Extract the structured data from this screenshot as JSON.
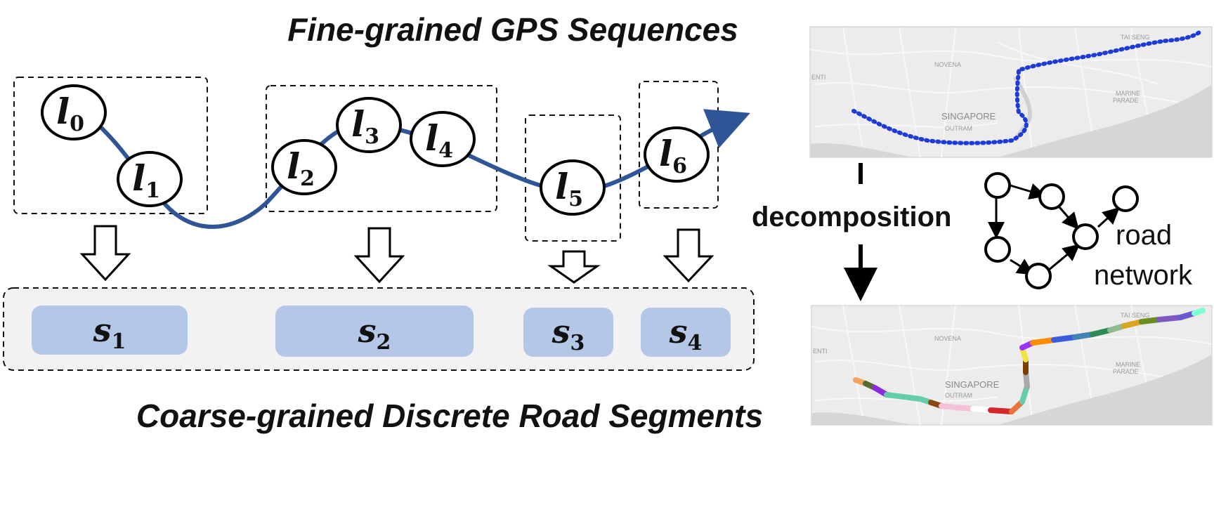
{
  "titles": {
    "top": "Fine-grained GPS Sequences",
    "bottom": "Coarse-grained Discrete Road Segments"
  },
  "gps_points": [
    {
      "main": "l",
      "sub": "0"
    },
    {
      "main": "l",
      "sub": "1"
    },
    {
      "main": "l",
      "sub": "2"
    },
    {
      "main": "l",
      "sub": "3"
    },
    {
      "main": "l",
      "sub": "4"
    },
    {
      "main": "l",
      "sub": "5"
    },
    {
      "main": "l",
      "sub": "6"
    }
  ],
  "segments": [
    {
      "main": "s",
      "sub": "1"
    },
    {
      "main": "s",
      "sub": "2"
    },
    {
      "main": "s",
      "sub": "3"
    },
    {
      "main": "s",
      "sub": "4"
    }
  ],
  "maps": {
    "top": {
      "city": "SINGAPORE",
      "labels": [
        "TAI SENG",
        "NOVENA",
        "ENTI",
        "OUTRAM",
        "MARINE",
        "PARADE"
      ]
    },
    "bottom": {
      "city": "SINGAPORE",
      "labels": [
        "TAI SENG",
        "NOVENA",
        "ENTI",
        "OUTRAM",
        "MARINE",
        "PARADE"
      ]
    }
  },
  "decomposition_label": "decomposition",
  "road_network": {
    "label_line1": "road",
    "label_line2": "network"
  },
  "colors": {
    "trajectory": "#2f5597",
    "segment_fill": "#b4c7e7",
    "segment_panel_fill": "#f2f2f2",
    "gps_dot": "#1f3bd6",
    "map_bg": "#ececec",
    "water": "#d9d9d9"
  }
}
